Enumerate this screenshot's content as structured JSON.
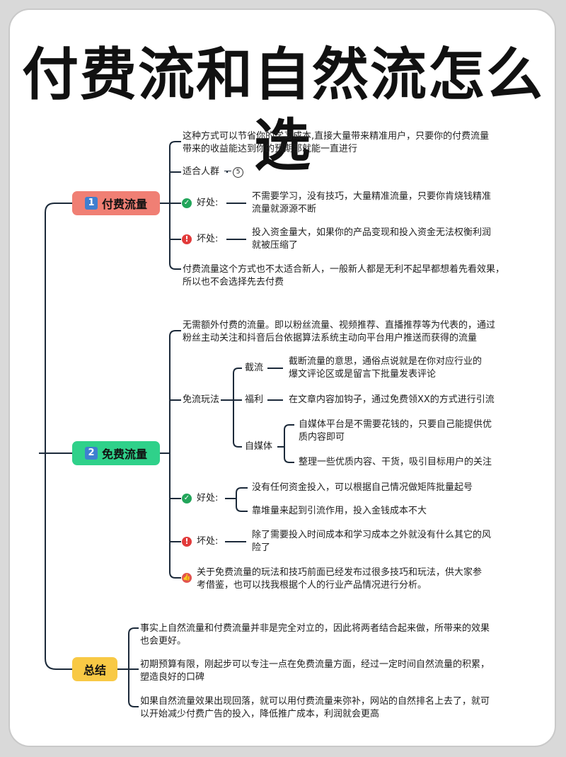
{
  "title": "付费流和自然流怎么选",
  "colors": {
    "paid": "#f07f74",
    "free": "#2fd18a",
    "summary": "#f8c945",
    "ok": "#22a55a",
    "bad": "#e23b3b"
  },
  "paid": {
    "badge": "1",
    "label": "付费流量",
    "intro": [
      "这种方式可以节省你的学习成本,直接大量带来精准用户，只要你的付费流量",
      "带来的收益能达到你的预期那就能一直进行"
    ],
    "audience": "适合人群",
    "audience_count": "5",
    "pros_label": "好处:",
    "pros": [
      "不需要学习，没有技巧，大量精准流量，只要你肯烧钱精准",
      "流量就源源不断"
    ],
    "cons_label": "坏处:",
    "cons": [
      "投入资金量大，如果你的产品变现和投入资金无法权衡利润",
      "就被压缩了"
    ],
    "note": [
      "付费流量这个方式也不太适合新人，一般新人都是无利不起早都想着先看效果，",
      "所以也不会选择先去付费"
    ]
  },
  "free": {
    "badge": "2",
    "label": "免费流量",
    "intro": [
      "无需额外付费的流量。即以粉丝流量、视频推荐、直播推荐等为代表的，通过",
      "粉丝主动关注和抖音后台依据算法系统主动向平台用户推送而获得的流量"
    ],
    "methods_label": "免流玩法",
    "methods": {
      "intercept_label": "截流",
      "intercept": [
        "截断流量的意思，通俗点说就是在你对应行业的",
        "爆文评论区或是留言下批量发表评论"
      ],
      "welfare_label": "福利",
      "welfare": "在文章内容加钩子，通过免费领XX的方式进行引流",
      "media_label": "自媒体",
      "media_a": [
        "自媒体平台是不需要花钱的，只要自己能提供优",
        "质内容即可"
      ],
      "media_b": "整理一些优质内容、干货，吸引目标用户的关注"
    },
    "pros_label": "好处:",
    "pros_a": "没有任何资金投入，可以根据自己情况做矩阵批量起号",
    "pros_b": "靠堆量来起到引流作用，投入金钱成本不大",
    "cons_label": "坏处:",
    "cons": [
      "除了需要投入时间成本和学习成本之外就没有什么其它的风",
      "险了"
    ],
    "note": [
      "关于免费流量的玩法和技巧前面已经发布过很多技巧和玩法，供大家参",
      "考借鉴，也可以找我根据个人的行业产品情况进行分析。"
    ]
  },
  "summary": {
    "label": "总结",
    "p1": [
      "事实上自然流量和付费流量并非是完全对立的，因此将两者结合起来做，所带来的效果",
      "也会更好。"
    ],
    "p2": [
      "初期预算有限，刚起步可以专注一点在免费流量方面，经过一定时间自然流量的积累，",
      "塑造良好的口碑"
    ],
    "p3": [
      "如果自然流量效果出现回落，就可以用付费流量来弥补，网站的自然排名上去了，就可",
      "以开始减少付费广告的投入，降低推广成本，利润就会更高"
    ]
  }
}
